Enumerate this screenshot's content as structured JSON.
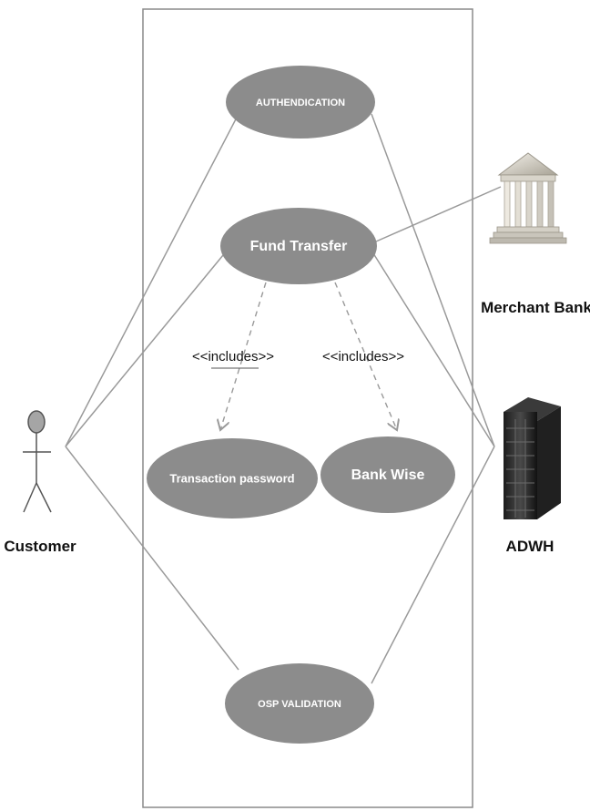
{
  "use_cases": {
    "authentication": "AUTHENDICATION",
    "fund_transfer": "Fund Transfer",
    "transaction_password": "Transaction password",
    "bank_wise": "Bank Wise",
    "osp_validation": "OSP VALIDATION"
  },
  "actors": {
    "customer": "Customer",
    "merchant_bank": "Merchant Bank",
    "adwh": "ADWH"
  },
  "relations": {
    "include_1": "<<includes>>",
    "include_2": "<<includes>>"
  },
  "colors": {
    "use_case_fill": "#8c8c8c",
    "line": "#9a9a9a",
    "boundary": "#8a8a8a"
  }
}
